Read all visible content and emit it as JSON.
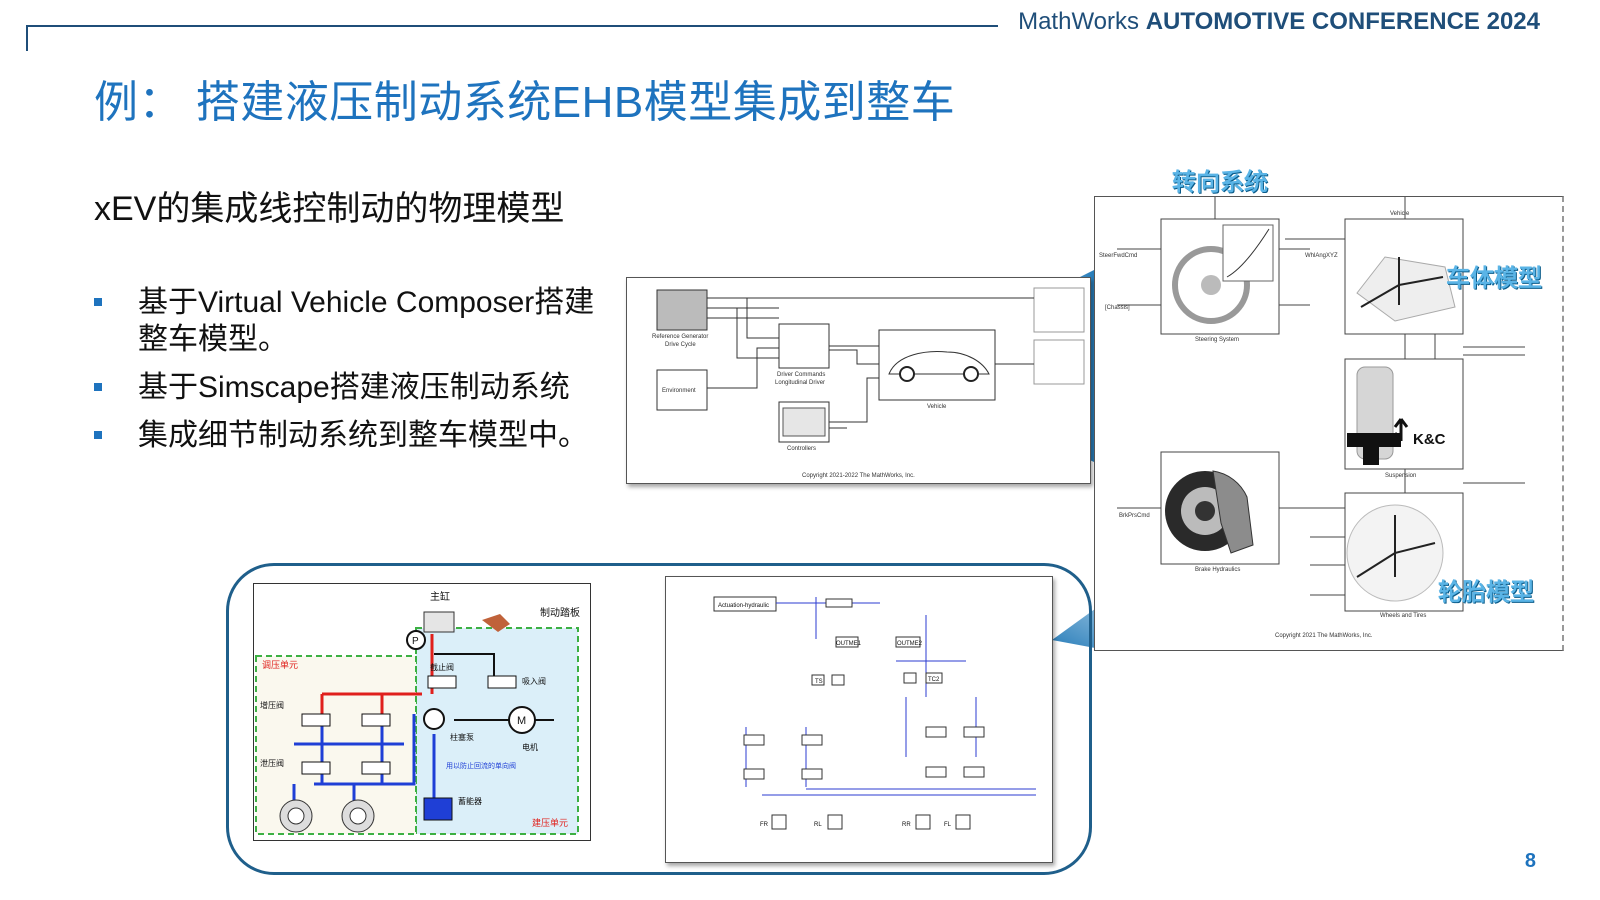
{
  "header": {
    "conference_light": "MathWorks",
    "conference_bold": "AUTOMOTIVE CONFERENCE 2024"
  },
  "slide": {
    "title": "例： 搭建液压制动系统EHB模型集成到整车",
    "subheading": "xEV的集成线控制动的物理模型",
    "bullets": [
      "基于Virtual Vehicle Composer搭建整车模型。",
      "基于Simscape搭建液压制动系统",
      "集成细节制动系统到整车模型中。"
    ],
    "page_number": "8"
  },
  "top_diagram": {
    "reference_generator": "Reference Generator",
    "drive_cycle": "Drive Cycle",
    "environment": "Environment",
    "driver_commands": "Driver Commands",
    "longitudinal_driver": "Longitudinal Driver",
    "vehicle": "Vehicle",
    "controllers": "Controllers",
    "copyright": "Copyright 2021-2022 The MathWorks, Inc."
  },
  "right_diagram": {
    "steering_callout": "转向系统",
    "body_callout": "车体模型",
    "tire_callout": "轮胎模型",
    "kc_label": "K&C",
    "steering_system": "Steering System",
    "suspension": "Suspension",
    "brake_hydraulics": "Brake Hydraulics",
    "wheels_and_tires": "Wheels and Tires",
    "vehicle_label": "Vehicle",
    "steer_cmd": "SteerFwdCmd",
    "chassis": "[Chassis]",
    "brk_cmd": "BrkPrsCmd",
    "whl_angs": "WhlAngXYZ",
    "copyright": "Copyright 2021 The MathWorks, Inc."
  },
  "left_diagram": {
    "master_cylinder": "主缸",
    "brake_pedal": "制动踏板",
    "pressure_regulating_unit": "调压单元",
    "boost_valve": "增压阀",
    "pressure_relief_valve": "泄压阀",
    "cutoff_valve": "截止阀",
    "suction_valve": "吸入阀",
    "plunger_pump": "柱塞泵",
    "motor": "电机",
    "check_valve_note": "用以防止回流的单向阀",
    "accumulator": "蓄能器",
    "pressure_building_unit": "建压单元",
    "pressure_sensor": "P",
    "motor_symbol": "M"
  },
  "mid_diagram": {
    "actuation_label": "Actuation-hydraulic",
    "outme1": "OUTME1",
    "outme2": "OUTME2",
    "ts": "TS",
    "tc2": "TC2",
    "rl": "RL",
    "rr": "RR",
    "fl": "FL",
    "fr": "FR"
  }
}
